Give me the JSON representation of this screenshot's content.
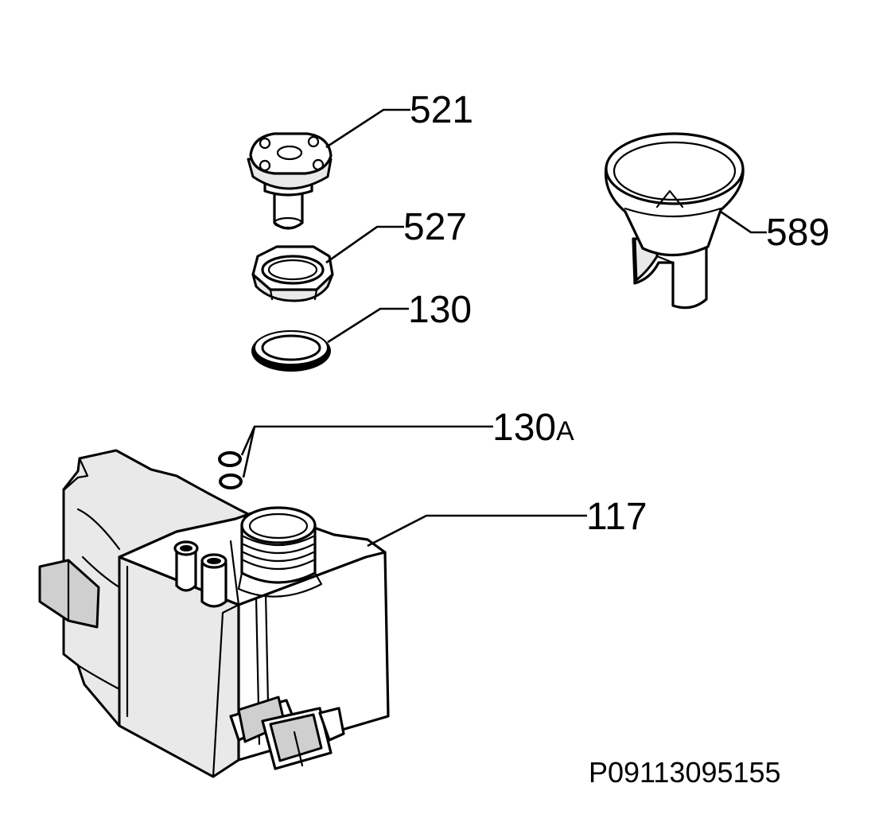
{
  "callouts": [
    {
      "id": "521",
      "text": "521"
    },
    {
      "id": "527",
      "text": "527"
    },
    {
      "id": "130",
      "text": "130"
    },
    {
      "id": "589",
      "text": "589"
    },
    {
      "id": "130a",
      "text": "130",
      "suffix": "A"
    },
    {
      "id": "117",
      "text": "117"
    }
  ],
  "drawing_code": "P09113095155",
  "colors": {
    "line": "#000000",
    "background": "#ffffff",
    "shade": "#e9e9e9"
  }
}
